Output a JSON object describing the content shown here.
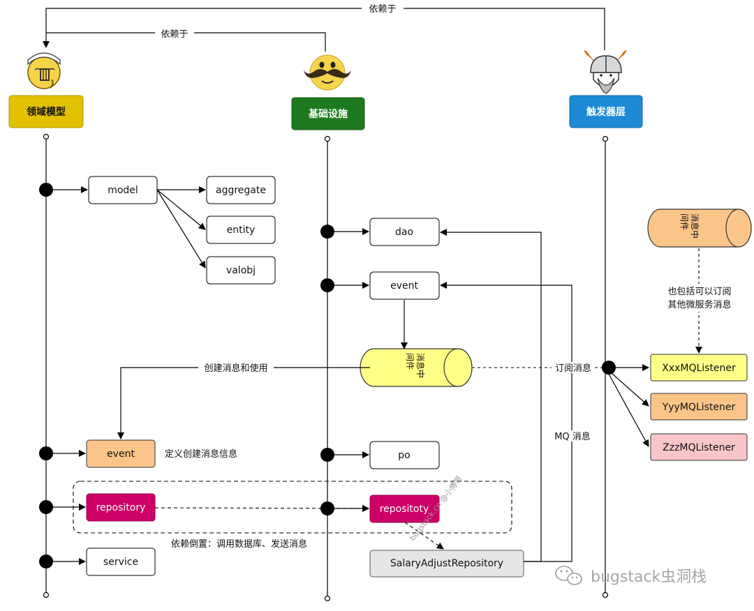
{
  "layers": {
    "domain": {
      "label": "领域模型",
      "color": "#e1c100"
    },
    "infra": {
      "label": "基础设施",
      "color": "#1e7a1e"
    },
    "trigger": {
      "label": "触发器层",
      "color": "#1e8ad6"
    }
  },
  "domain_nodes": {
    "model": "model",
    "aggregate": "aggregate",
    "entity": "entity",
    "valobj": "valobj",
    "event": "event",
    "repository": "repository",
    "service": "service"
  },
  "infra_nodes": {
    "dao": "dao",
    "event": "event",
    "po": "po",
    "repository": "repositoty",
    "impl": "SalaryAdjustRepository"
  },
  "trigger_nodes": {
    "xxx": "XxxMQListener",
    "yyy": "YyyMQListener",
    "zzz": "ZzzMQListener"
  },
  "middleware": {
    "center": "消息中间件",
    "center_lines": [
      "消息中",
      "间件"
    ],
    "right": "消息中间件",
    "right_lines": [
      "消息中",
      "间件"
    ]
  },
  "labels": {
    "depends_top": "依赖于",
    "depends_mid": "依赖于",
    "create_use": "创建消息和使用",
    "define_event": "定义创建消息信息",
    "dependency_inversion": "依赖倒置：调用数据库、发送消息",
    "subscribe": "订阅消息",
    "mq": "MQ 消息",
    "also_line1": "也包括可以订阅",
    "also_line2": "其他微服务消息"
  },
  "watermarks": {
    "diagonal": "bugstack.cn @小傅哥",
    "brand": "bugstack虫洞栈"
  },
  "colors": {
    "event_fill": "#fbc58a",
    "repo_fill": "#cc0066",
    "mq_center_fill": "#ffff88",
    "mq_right_fill": "#fbc58a",
    "xxx_fill": "#ffff88",
    "yyy_fill": "#fbc58a",
    "zzz_fill": "#f8c6c9",
    "impl_fill": "#e6e6e6"
  },
  "icons": {
    "domain": "sage-emoji-icon",
    "infra": "mustache-face-icon",
    "trigger": "viking-helmet-icon",
    "brand": "wechat-icon"
  }
}
